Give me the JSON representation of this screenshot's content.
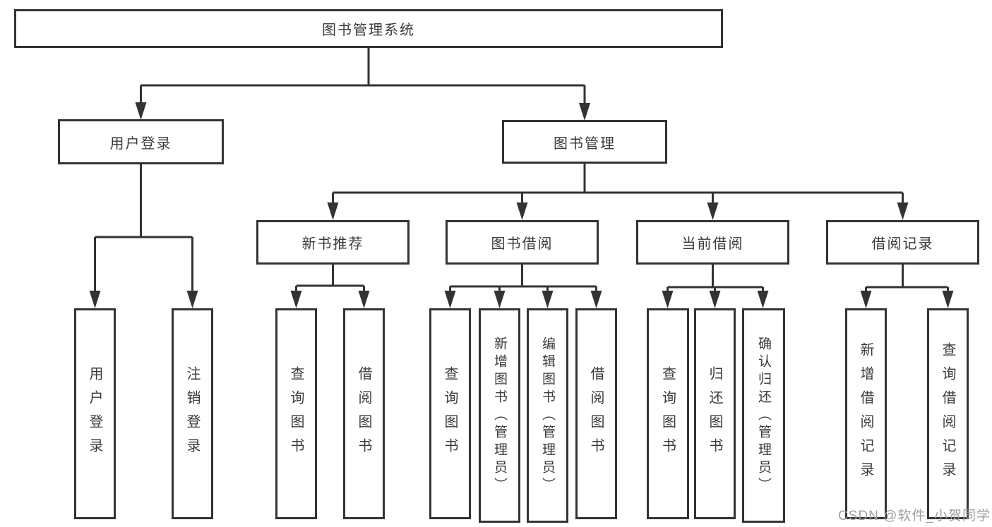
{
  "diagram_title": "图书管理系统",
  "colors": {
    "line": "#333333",
    "text": "#3a3a3a",
    "bg": "#ffffff",
    "watermark": "#9e9e9e"
  },
  "tree": {
    "root": {
      "label": "图书管理系统",
      "children": [
        {
          "label": "用户登录",
          "children": [
            {
              "label": "用户登录"
            },
            {
              "label": "注销登录"
            }
          ]
        },
        {
          "label": "图书管理",
          "children": [
            {
              "label": "新书推荐",
              "children": [
                {
                  "label": "查询图书"
                },
                {
                  "label": "借阅图书"
                }
              ]
            },
            {
              "label": "图书借阅",
              "children": [
                {
                  "label": "查询图书"
                },
                {
                  "label": "新增图书（管理员）"
                },
                {
                  "label": "编辑图书（管理员）"
                },
                {
                  "label": "借阅图书"
                }
              ]
            },
            {
              "label": "当前借阅",
              "children": [
                {
                  "label": "查询图书"
                },
                {
                  "label": "归还图书"
                },
                {
                  "label": "确认归还（管理员）"
                }
              ]
            },
            {
              "label": "借阅记录",
              "children": [
                {
                  "label": "新增借阅记录"
                },
                {
                  "label": "查询借阅记录"
                }
              ]
            }
          ]
        }
      ]
    }
  },
  "watermark": "CSDN @软件_小贺同学"
}
